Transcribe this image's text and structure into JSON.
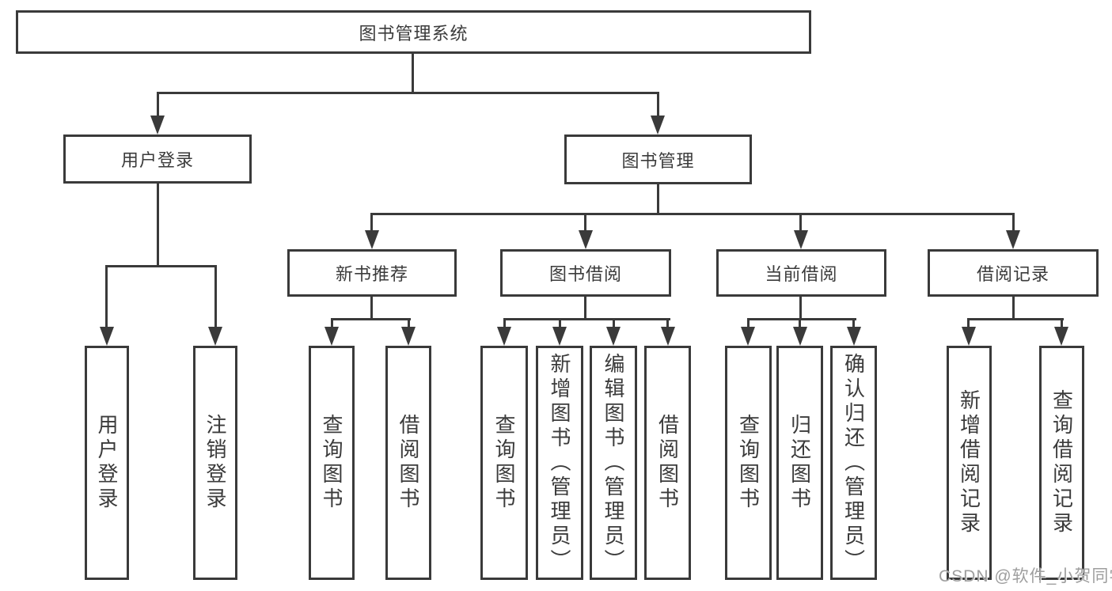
{
  "diagram": {
    "type": "functional-decomposition-tree",
    "colors": {
      "line": "#3a3a3a",
      "text": "#3b3b3b",
      "background": "#ffffff",
      "watermark": "#9e9e9e"
    },
    "tree": {
      "label": "图书管理系统",
      "children": [
        {
          "label": "用户登录",
          "children": [
            {
              "label": "用户登录"
            },
            {
              "label": "注销登录"
            }
          ]
        },
        {
          "label": "图书管理",
          "children": [
            {
              "label": "新书推荐",
              "children": [
                {
                  "label": "查询图书"
                },
                {
                  "label": "借阅图书"
                }
              ]
            },
            {
              "label": "图书借阅",
              "children": [
                {
                  "label": "查询图书"
                },
                {
                  "label": "新增图书（管理员）"
                },
                {
                  "label": "编辑图书（管理员）"
                },
                {
                  "label": "借阅图书"
                }
              ]
            },
            {
              "label": "当前借阅",
              "children": [
                {
                  "label": "查询图书"
                },
                {
                  "label": "归还图书"
                },
                {
                  "label": "确认归还（管理员）"
                }
              ]
            },
            {
              "label": "借阅记录",
              "children": [
                {
                  "label": "新增借阅记录"
                },
                {
                  "label": "查询借阅记录"
                }
              ]
            }
          ]
        }
      ]
    },
    "watermark": "CSDN @软件_小贺同学"
  }
}
